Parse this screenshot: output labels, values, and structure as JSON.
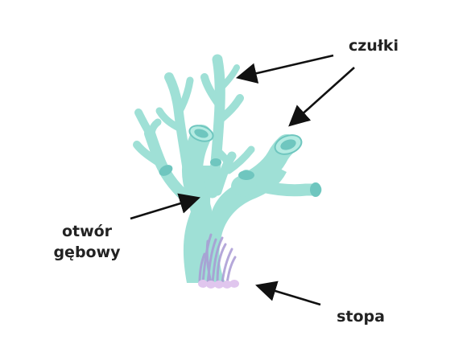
{
  "labels": {
    "tentacles": "czułki",
    "mouth_line1": "otwór",
    "mouth_line2": "gębowy",
    "foot": "stopa"
  },
  "colors": {
    "body": "#9fe0d6",
    "body_dark": "#6fc6bf",
    "foot_stripes": "#a99ad4",
    "foot_base": "#e0c6ee",
    "arrow": "#111111",
    "text": "#222222"
  }
}
